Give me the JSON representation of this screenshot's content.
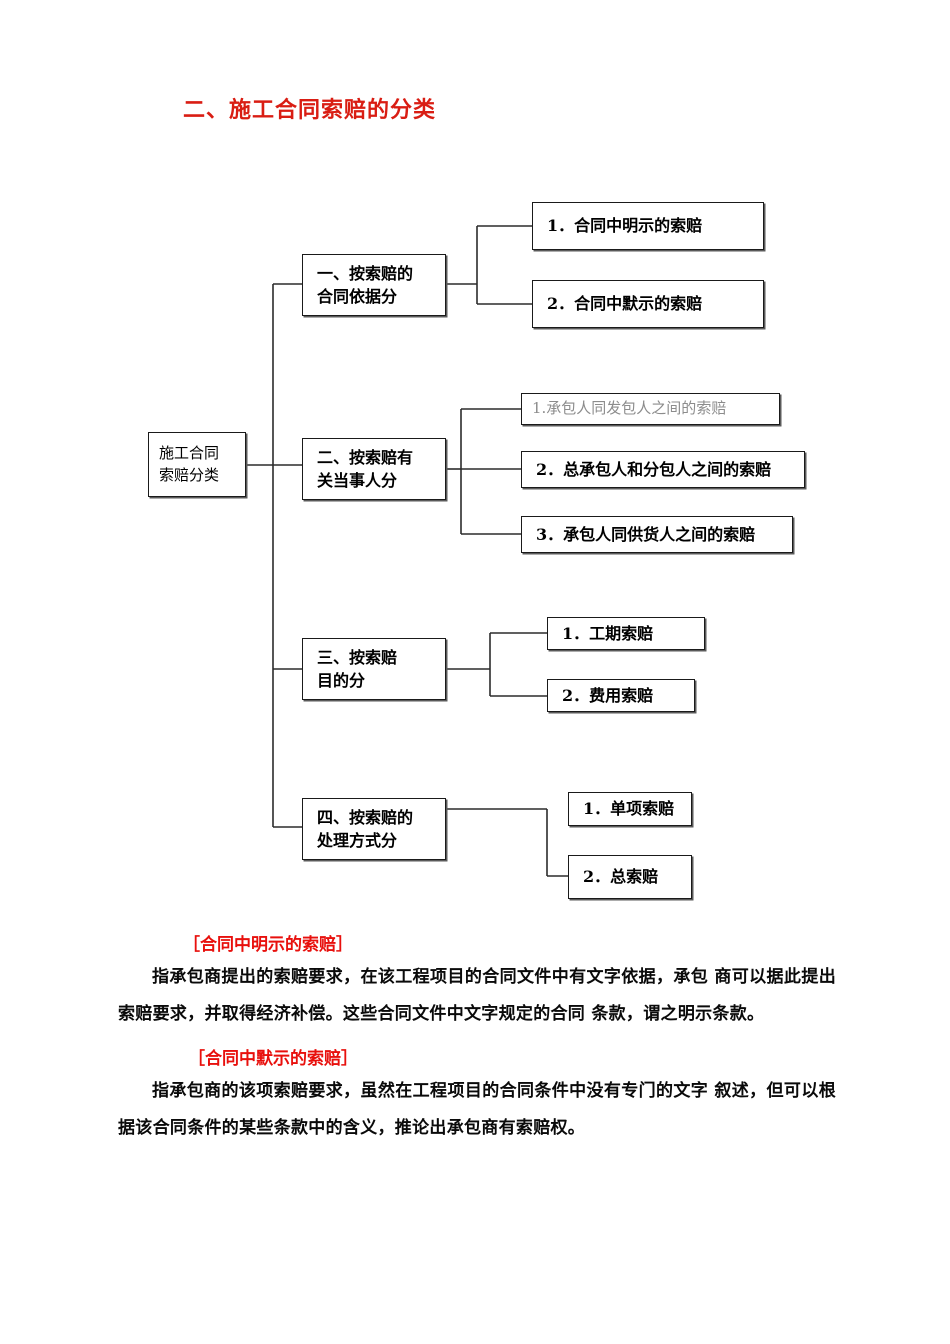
{
  "page": {
    "title": "二、施工合同索赔的分类",
    "title_color": "#d91d13"
  },
  "diagram": {
    "type": "tree",
    "root": {
      "line1": "施工合同",
      "line2": "索赔分类"
    },
    "branches": [
      {
        "line1": "一、按索赔的",
        "line2": "合同依据分",
        "children": [
          {
            "text": "1．合同中明示的索赔",
            "style": "bold"
          },
          {
            "text": "2．合同中默示的索赔",
            "style": "bold"
          }
        ]
      },
      {
        "line1": "二、按索赔有",
        "line2": "关当事人分",
        "children": [
          {
            "text": "1.承包人同发包人之间的索赔",
            "style": "muted"
          },
          {
            "text": "2．总承包人和分包人之间的索赔",
            "style": "bold"
          },
          {
            "text": "3．承包人同供货人之间的索赔",
            "style": "bold"
          }
        ]
      },
      {
        "line1": "三、按索赔",
        "line2": "目的分",
        "children": [
          {
            "text": "1．工期索赔",
            "style": "bold"
          },
          {
            "text": "2．费用索赔",
            "style": "bold"
          }
        ]
      },
      {
        "line1": "四、按索赔的",
        "line2": "处理方式分",
        "children": [
          {
            "text": "1．单项索赔",
            "style": "bold"
          },
          {
            "text": "2．总索赔",
            "style": "bold"
          }
        ]
      }
    ]
  },
  "sections": [
    {
      "heading": "［合同中明示的索赔］",
      "paragraph": "指承包商提出的索赔要求，在该工程项目的合同文件中有文字依据，承包 商可以据此提出索赔要求，并取得经济补偿。这些合同文件中文字规定的合同 条款，谓之明示条款。"
    },
    {
      "heading": "［合同中默示的索赔］",
      "paragraph": "指承包商的该项索赔要求，虽然在工程项目的合同条件中没有专门的文字 叙述，但可以根据该合同条件的某些条款中的含义，推论出承包商有索赔权。"
    }
  ]
}
